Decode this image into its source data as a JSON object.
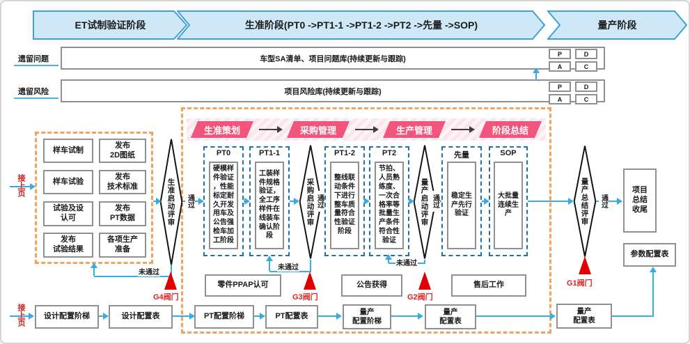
{
  "header": {
    "phase_et": "ET试制验证阶段",
    "phase_prep": "生准阶段(PT0 ->PT1-1 ->PT1-2 ->PT2 ->先量 ->SOP)",
    "phase_mass": "量产阶段"
  },
  "tracking": {
    "issue": {
      "label": "遗留问题",
      "bar": "车型SA清单、项目问题库(持续更新与跟踪)"
    },
    "risk": {
      "label": "遗留风险",
      "bar": "项目风险库(持续更新与跟踪)"
    },
    "pdca": {
      "p": "P",
      "d": "D",
      "a": "A",
      "c": "C"
    }
  },
  "banners": {
    "b1": "生准策划",
    "b2": "采购管理",
    "b3": "生产管理",
    "b4": "阶段总结"
  },
  "left_panel": {
    "r1c1": "样车试制",
    "r1c2": "发布\n2D图纸",
    "r2c1": "样车试验",
    "r2c2": "发布\n技术标准",
    "r3c1": "试验及设\n认可",
    "r3c2": "发布\nPT数据",
    "r4c1": "发布\n试验结果",
    "r4c2": "各项生产\n准备"
  },
  "labels": {
    "prev_page": "接上页",
    "pass": "通过",
    "fail": "未通过"
  },
  "gates": {
    "g4": {
      "review": "生准启动评审",
      "valve": "G4阀门"
    },
    "g3": {
      "review": "采购启动评审",
      "valve": "G3阀门"
    },
    "g2": {
      "review": "量产启动评审",
      "valve": "G2阀门"
    },
    "g1": {
      "review": "量产总结评审",
      "valve": "G1阀门"
    }
  },
  "pt_columns": [
    {
      "title": "PT0",
      "body": "硬模样件验证，性能标定耐久开发用车及公告强检车加工阶段"
    },
    {
      "title": "PT1-1",
      "body": "工装样件规格验证，全工序样件在线装车确认阶段"
    },
    {
      "title": "PT1-2",
      "body": "整线联动条件下进行整车质量符合性验证阶段"
    },
    {
      "title": "PT2",
      "body": "节拍、人员熟练度、一次合格率等批量生产条件符合性验证"
    },
    {
      "title": "先量",
      "body": "稳定生产先行验证"
    },
    {
      "title": "SOP",
      "body": "大批量连续生产"
    }
  ],
  "mid_boxes": {
    "ppap": "零件PPAP认可",
    "announcement": "公告获得",
    "after_sales": "售后工作"
  },
  "right_panel": {
    "closing": "项目\n总结\n收尾",
    "params_table": "参数配置表"
  },
  "bottom_flow": {
    "design_ladder": "设计配置阶梯",
    "design_table": "设计配置表",
    "pt_ladder": "PT配置阶梯",
    "pt_table": "PT配置表",
    "mass_ladder": "量产\n配置阶梯",
    "mass_table": "量产\n配置表",
    "mass_table_final": "量产\n配置表"
  },
  "colors": {
    "accent_blue": "#35ace2",
    "banner_pink": "#f2557c",
    "dashed_orange": "#f5a25f",
    "dashed_blue": "#1e6fae",
    "valve_red": "#df0000"
  }
}
